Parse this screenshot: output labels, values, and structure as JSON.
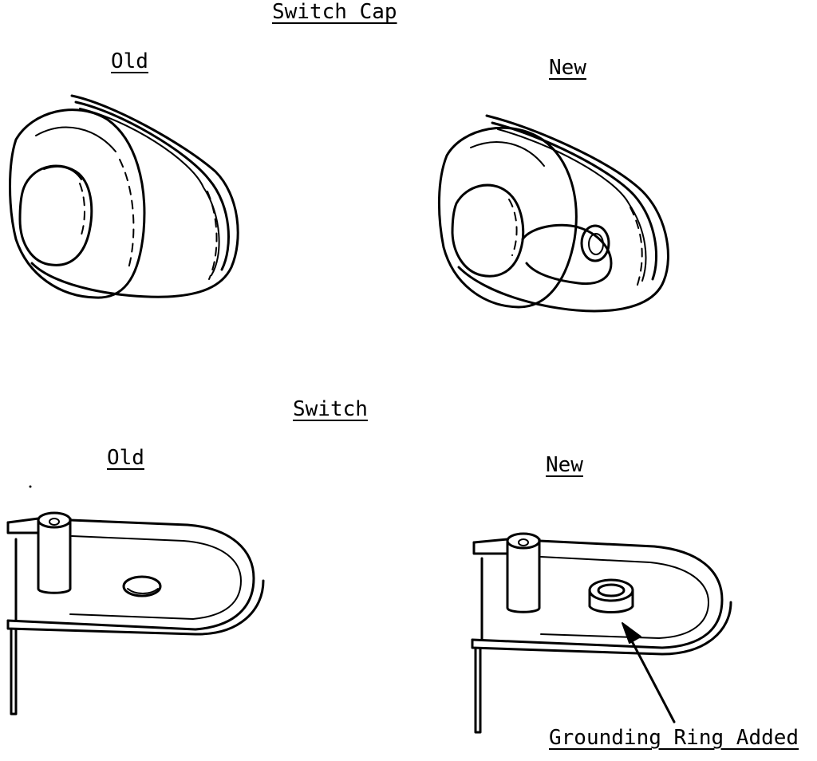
{
  "titles": {
    "switch_cap": "Switch Cap",
    "switch": "Switch"
  },
  "switch_cap": {
    "old_label": "Old",
    "new_label": "New"
  },
  "switch": {
    "old_label": "Old",
    "new_label": "New",
    "callout": "Grounding Ring Added"
  },
  "colors": {
    "ink": "#000000",
    "paper": "#ffffff"
  }
}
